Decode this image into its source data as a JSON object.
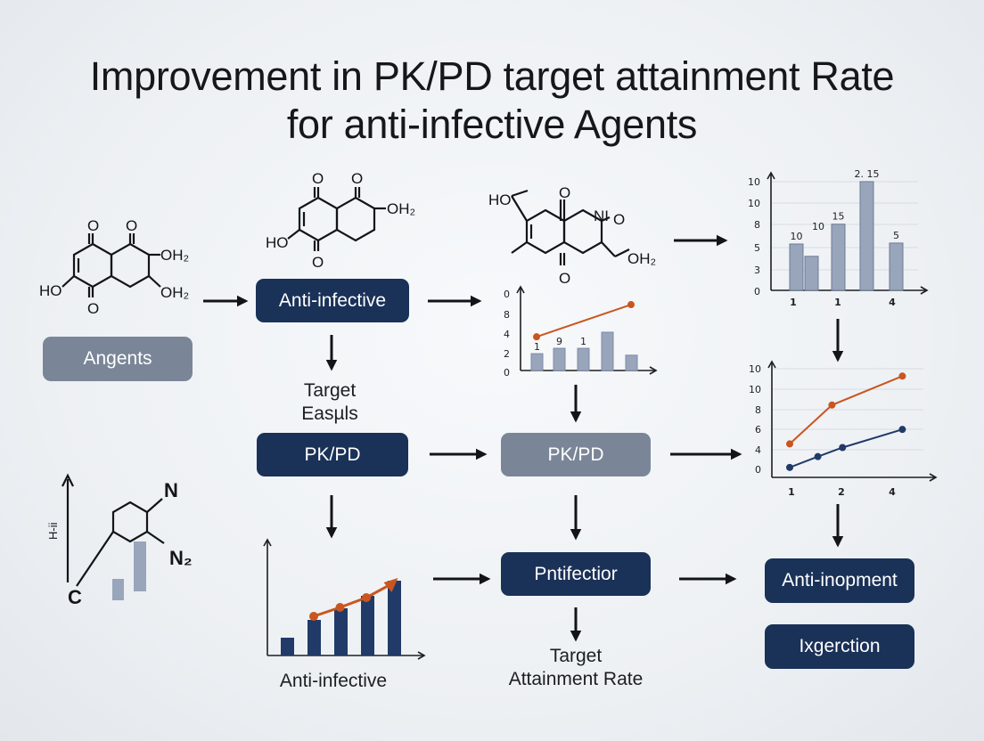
{
  "title": {
    "line1": "Improvement in PK/PD target attainment Rate",
    "line2": "for anti-infective Agents"
  },
  "boxes": {
    "agents": "Angents",
    "anti_infective": "Anti-infective",
    "pkpd_left": "PK/PD",
    "pkpd_middle": "PK/PD",
    "pntifectior": "Pntifectior",
    "anti_inopment": "Anti-inopment",
    "ixgerction": "Ixgerction"
  },
  "labels": {
    "target_easuls": "Target\nEasµls",
    "anti_infective_bottom": "Anti-infective",
    "target_attainment": "Target\nAttainment Rate"
  },
  "molecules": {
    "mol1": [
      "O",
      "O",
      "OH₂",
      "HO",
      "OH₂",
      "O"
    ],
    "mol2": [
      "O",
      "O",
      "OH₂",
      "HO",
      "O"
    ],
    "mol3": [
      "HO",
      "O",
      "NI",
      "O",
      "OH₂",
      "O"
    ],
    "mol4": [
      "N",
      "N₂",
      "C",
      "H-ii"
    ]
  },
  "colors": {
    "dark_navy": "#1a3158",
    "slate": "#7a8698",
    "bar_fill": "#98a5bb",
    "orange": "#c9561f",
    "navy_line": "#213a68"
  },
  "chart_data": [
    {
      "type": "bar",
      "values": [
        2.2,
        2.9,
        2.9,
        5.0,
        2.0
      ],
      "value_labels": [
        "1",
        "9",
        "1",
        "",
        ""
      ],
      "line": {
        "x": [
          0,
          4
        ],
        "y": [
          4.4,
          8.6
        ]
      },
      "ytick_labels": [
        "0",
        "8",
        "4",
        "2",
        "0"
      ],
      "ylim": [
        0,
        10
      ]
    },
    {
      "type": "bar",
      "values": [
        4.9,
        3.6,
        7.0,
        11.5,
        5.0
      ],
      "value_labels": [
        "10",
        "",
        "15",
        "2. 15",
        "5"
      ],
      "extra_labels": [
        "10"
      ],
      "ytick_labels": [
        "10",
        "10",
        "8",
        "5",
        "3",
        "0"
      ],
      "xtick_labels": [
        "1",
        "1",
        "4"
      ],
      "ylim": [
        0,
        13
      ]
    },
    {
      "type": "line",
      "series": [
        {
          "color": "orange",
          "x": [
            1,
            2.2,
            4.2
          ],
          "y": [
            3.7,
            8.0,
            11.2
          ]
        },
        {
          "color": "navy",
          "x": [
            1,
            1.8,
            2.5,
            4.2
          ],
          "y": [
            1.1,
            2.3,
            3.3,
            5.3
          ]
        }
      ],
      "ytick_labels": [
        "10",
        "10",
        "8",
        "6",
        "4",
        "0"
      ],
      "xtick_labels": [
        "1",
        "2",
        "4"
      ],
      "ylim": [
        0,
        13
      ]
    },
    {
      "type": "bar",
      "values": [
        1,
        3,
        4.3,
        5.7,
        7.4
      ],
      "line": {
        "x": [
          1,
          2,
          3,
          4
        ],
        "y": [
          3.4,
          4.4,
          5.5,
          7.1
        ]
      }
    },
    {
      "type": "bar",
      "values": [
        1.2,
        2.6
      ]
    }
  ]
}
